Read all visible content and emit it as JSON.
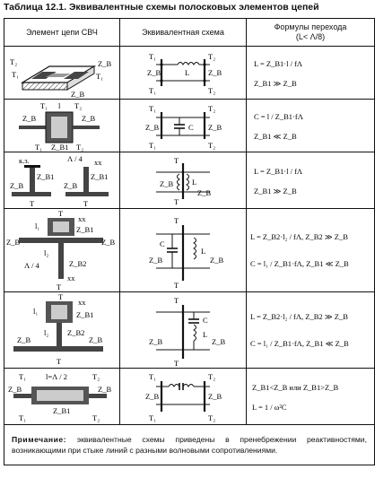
{
  "caption": "Таблица 12.1. Эквивалентные схемы полосковых элементов цепей",
  "headers": {
    "col1": "Элемент цепи СВЧ",
    "col2": "Эквивалентная схема",
    "col3_line1": "Формулы перехода",
    "col3_line2": "(L< Λ/8)"
  },
  "rows": [
    {
      "element_labels": [
        "T₂",
        "Z_B",
        "T₁",
        "Z_B",
        "T₁"
      ],
      "scheme_labels": [
        "T₁",
        "T₂",
        "L",
        "Z_B",
        "Z_B",
        "T₁",
        "T₂"
      ],
      "formulas": [
        "L = Z_B1·l / fΛ",
        "Z_B1 ≫ Z_B"
      ]
    },
    {
      "element_labels": [
        "T₁",
        "l",
        "T₂",
        "Z_B",
        "Z_B",
        "T₁",
        "Z_B1",
        "T₂"
      ],
      "scheme_labels": [
        "T₁",
        "T₂",
        "C",
        "Z_B",
        "Z_B",
        "T₁",
        "T₂"
      ],
      "formulas": [
        "C = l / Z_B1·fΛ",
        "Z_B1 ≪ Z_B"
      ]
    },
    {
      "element_labels": [
        "к.з.",
        "Λ / 4",
        "xx",
        "Z_B1",
        "Z_B1",
        "Z_B",
        "Z_B",
        "T",
        "T"
      ],
      "scheme_labels": [
        "T",
        "L",
        "Z_B",
        "Z_B",
        "T"
      ],
      "formulas": [
        "L = Z_B1·l / fΛ",
        "Z_B1 ≫ Z_B"
      ]
    },
    {
      "element_labels": [
        "T",
        "xx",
        "l₁",
        "Z_B1",
        "Z_B",
        "Z_B",
        "l₂",
        "Λ / 4",
        "Z_B2",
        "xx",
        "T"
      ],
      "scheme_labels": [
        "T",
        "C",
        "L",
        "Z_B",
        "Z_B",
        "T"
      ],
      "formulas": [
        "L = Z_B2·l₂ / fΛ,  Z_B2 ≫ Z_B",
        "C = l₁ / Z_B1·fΛ,  Z_B1 ≪ Z_B"
      ]
    },
    {
      "element_labels": [
        "T",
        "xx",
        "l₁",
        "Z_B1",
        "l₂",
        "Z_B2",
        "Z_B",
        "Z_B",
        "T"
      ],
      "scheme_labels": [
        "T",
        "C",
        "L",
        "Z_B",
        "Z_B",
        "T"
      ],
      "formulas": [
        "L = Z_B2·l₂ / fΛ,  Z_B2 ≫ Z_B",
        "C = l₁ / Z_B1·fΛ,  Z_B1 ≪ Z_B"
      ]
    },
    {
      "element_labels": [
        "T₁",
        "l=Λ / 2",
        "T₂",
        "Z_B",
        "Z_B1",
        "Z_B",
        "T₁",
        "T₂"
      ],
      "scheme_labels": [
        "T₁",
        "T₂",
        "Z_B",
        "Z_B",
        "T₁",
        "T₂"
      ],
      "formulas": [
        "Z_B1<Z_B  или  Z_B1>Z_B",
        "L = 1 / ω²C"
      ]
    }
  ],
  "note_head": "Примечание:",
  "note_text": "эквивалентные схемы приведены в пренебрежении реактивностями, возникающими при стыке линий с разными волновыми сопротивлениями."
}
